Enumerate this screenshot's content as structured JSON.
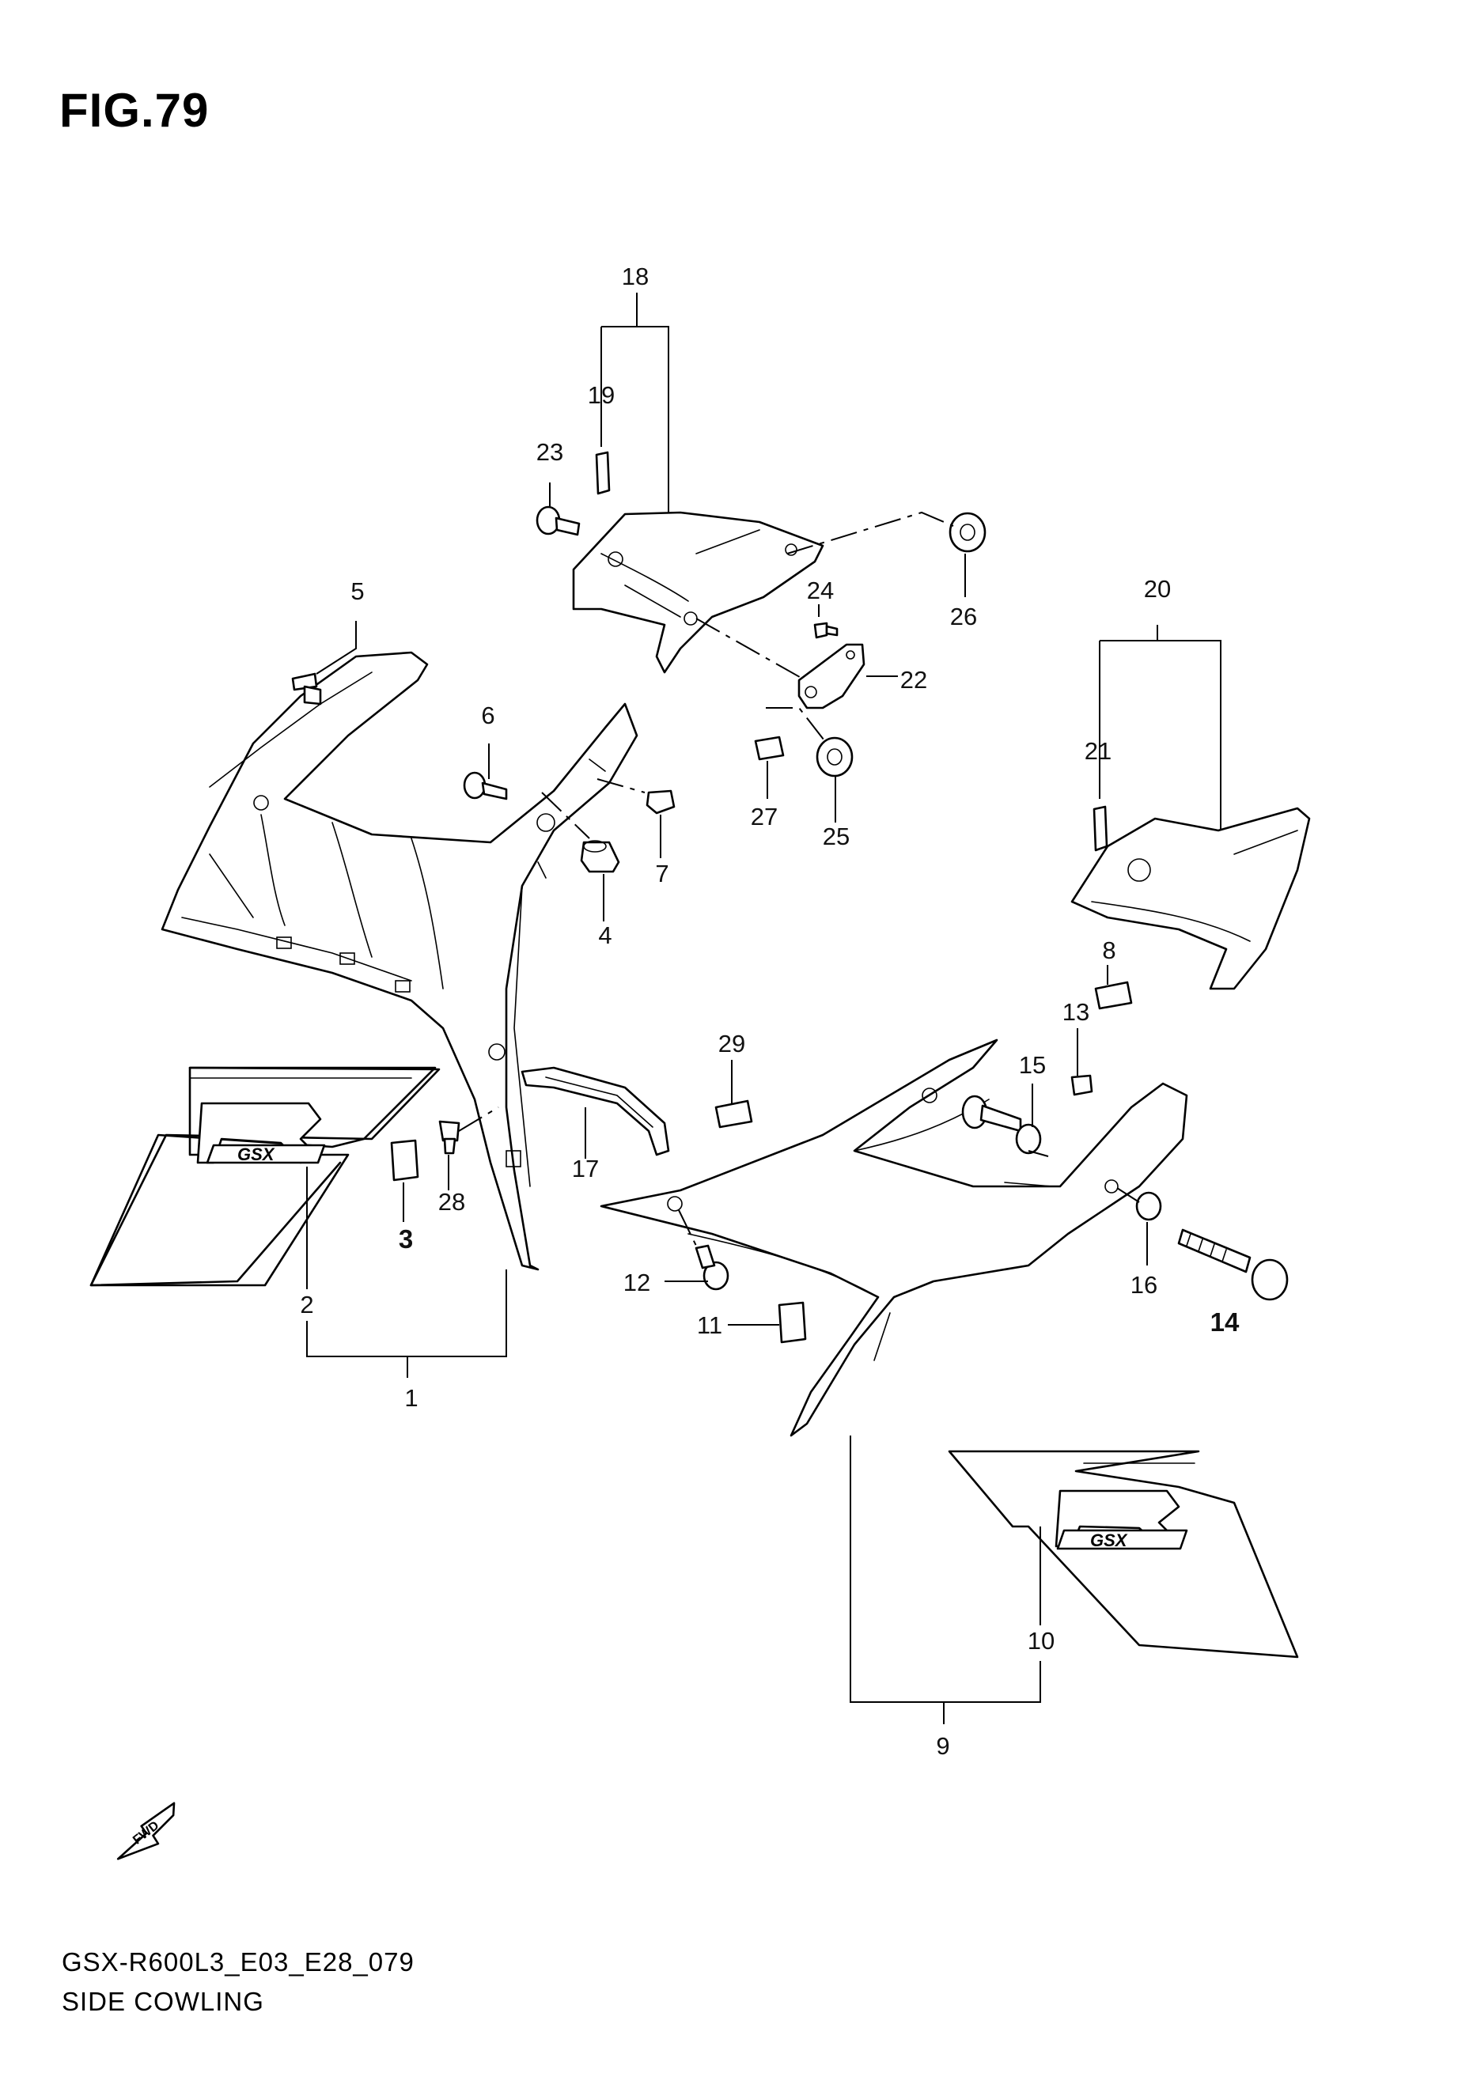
{
  "figure": {
    "title": "FIG.79",
    "drawing_code": "GSX-R600L3_E03_E28_079",
    "section_name": "SIDE COWLING",
    "fwd_label": "FWD"
  },
  "callouts": {
    "c1": "1",
    "c2": "2",
    "c3": "3",
    "c4": "4",
    "c5": "5",
    "c6": "6",
    "c7": "7",
    "c8": "8",
    "c9": "9",
    "c10": "10",
    "c11": "11",
    "c12": "12",
    "c13": "13",
    "c14": "14",
    "c15": "15",
    "c16": "16",
    "c17": "17",
    "c18": "18",
    "c19": "19",
    "c20": "20",
    "c21": "21",
    "c22": "22",
    "c23": "23",
    "c24": "24",
    "c25": "25",
    "c26": "26",
    "c27": "27",
    "c28": "28",
    "c29": "29"
  },
  "colors": {
    "line": "#000000",
    "background": "#ffffff"
  }
}
